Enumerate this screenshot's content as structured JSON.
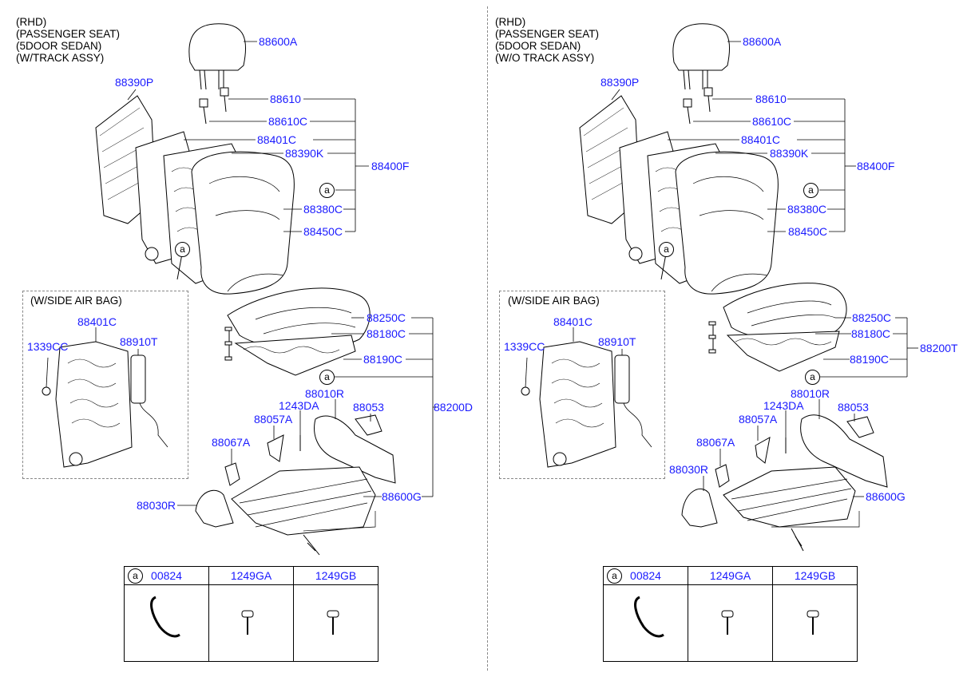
{
  "panels": [
    {
      "title_lines": [
        "(RHD)",
        "(PASSENGER SEAT)",
        "(5DOOR SEDAN)",
        "(W/TRACK ASSY)"
      ],
      "callouts": {
        "headrest": "88600A",
        "back_panel": "88390P",
        "guide_a": "88610",
        "guide_b": "88610C",
        "frame": "88401C",
        "back_pad": "88390K",
        "back_assy": "88400F",
        "back_cover": "88380C",
        "back_cover_b": "88450C",
        "cushion_cover": "88250C",
        "cushion_pad": "88180C",
        "cushion_pan": "88190C",
        "cushion_assy": "88200D",
        "shield": "88010R",
        "screw_1243": "1243DA",
        "cover_88053": "88053",
        "bracket_88057": "88057A",
        "bracket_88067": "88067A",
        "cover_88030": "88030R",
        "track": "88600G"
      },
      "circle_labels": [
        "a",
        "a",
        "a"
      ],
      "airbag": {
        "title": "(W/SIDE AIR BAG)",
        "frame": "88401C",
        "nut": "1339CC",
        "module": "88910T"
      },
      "legend": {
        "a_mark": "a",
        "headers": [
          "00824",
          "1249GA",
          "1249GB"
        ]
      }
    },
    {
      "title_lines": [
        "(RHD)",
        "(PASSENGER SEAT)",
        "(5DOOR SEDAN)",
        "(W/O TRACK ASSY)"
      ],
      "callouts": {
        "headrest": "88600A",
        "back_panel": "88390P",
        "guide_a": "88610",
        "guide_b": "88610C",
        "frame": "88401C",
        "back_pad": "88390K",
        "back_assy": "88400F",
        "back_cover": "88380C",
        "back_cover_b": "88450C",
        "cushion_cover": "88250C",
        "cushion_pad": "88180C",
        "cushion_pan": "88190C",
        "cushion_assy": "88200T",
        "shield": "88010R",
        "screw_1243": "1243DA",
        "cover_88053": "88053",
        "bracket_88057": "88057A",
        "bracket_88067": "88067A",
        "cover_88030": "88030R",
        "track": "88600G"
      },
      "circle_labels": [
        "a",
        "a",
        "a"
      ],
      "airbag": {
        "title": "(W/SIDE AIR BAG)",
        "frame": "88401C",
        "nut": "1339CC",
        "module": "88910T"
      },
      "legend": {
        "a_mark": "a",
        "headers": [
          "00824",
          "1249GA",
          "1249GB"
        ]
      }
    }
  ]
}
